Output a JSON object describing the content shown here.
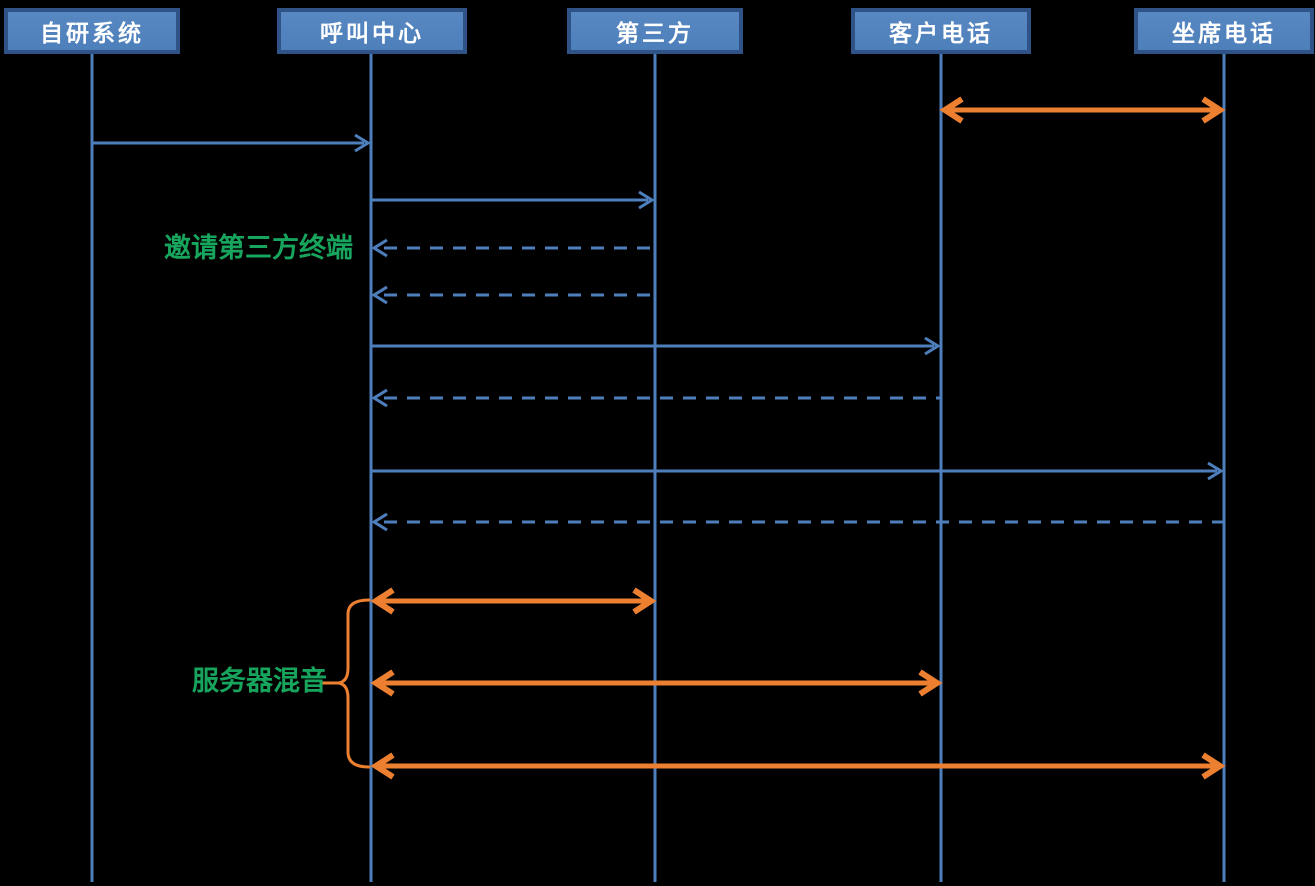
{
  "diagram": {
    "type": "sequence-diagram",
    "background": "#000000",
    "actors": [
      {
        "id": "self-system",
        "label": "自研系统"
      },
      {
        "id": "call-center",
        "label": "呼叫中心"
      },
      {
        "id": "third-party",
        "label": "第三方"
      },
      {
        "id": "customer-phone",
        "label": "客户电话"
      },
      {
        "id": "agent-phone",
        "label": "坐席电话"
      }
    ],
    "annotations": [
      {
        "id": "invite-note",
        "label": "邀请第三方终端",
        "color": "#17a45c"
      },
      {
        "id": "mix-note",
        "label": "服务器混音",
        "color": "#17a45c"
      }
    ],
    "colors": {
      "actor_fill": "#4f81bd",
      "actor_border": "#2f5387",
      "actor_text": "#ffffff",
      "blue_line": "#4e7fbc",
      "orange_line": "#ec8030",
      "green_label": "#17a45c"
    },
    "messages": [
      {
        "from": "customer-phone",
        "to": "agent-phone",
        "style": "solid",
        "color": "orange",
        "direction": "both"
      },
      {
        "from": "self-system",
        "to": "call-center",
        "style": "solid",
        "color": "blue",
        "direction": "right"
      },
      {
        "from": "call-center",
        "to": "third-party",
        "style": "solid",
        "color": "blue",
        "direction": "right"
      },
      {
        "from": "third-party",
        "to": "call-center",
        "style": "dashed",
        "color": "blue",
        "direction": "left"
      },
      {
        "from": "third-party",
        "to": "call-center",
        "style": "dashed",
        "color": "blue",
        "direction": "left"
      },
      {
        "from": "call-center",
        "to": "customer-phone",
        "style": "solid",
        "color": "blue",
        "direction": "right"
      },
      {
        "from": "customer-phone",
        "to": "call-center",
        "style": "dashed",
        "color": "blue",
        "direction": "left"
      },
      {
        "from": "call-center",
        "to": "agent-phone",
        "style": "solid",
        "color": "blue",
        "direction": "right"
      },
      {
        "from": "agent-phone",
        "to": "call-center",
        "style": "dashed",
        "color": "blue",
        "direction": "left"
      },
      {
        "from": "call-center",
        "to": "third-party",
        "style": "solid",
        "color": "orange",
        "direction": "both",
        "group": "服务器混音"
      },
      {
        "from": "call-center",
        "to": "customer-phone",
        "style": "solid",
        "color": "orange",
        "direction": "both",
        "group": "服务器混音"
      },
      {
        "from": "call-center",
        "to": "agent-phone",
        "style": "solid",
        "color": "orange",
        "direction": "both",
        "group": "服务器混音"
      }
    ]
  }
}
